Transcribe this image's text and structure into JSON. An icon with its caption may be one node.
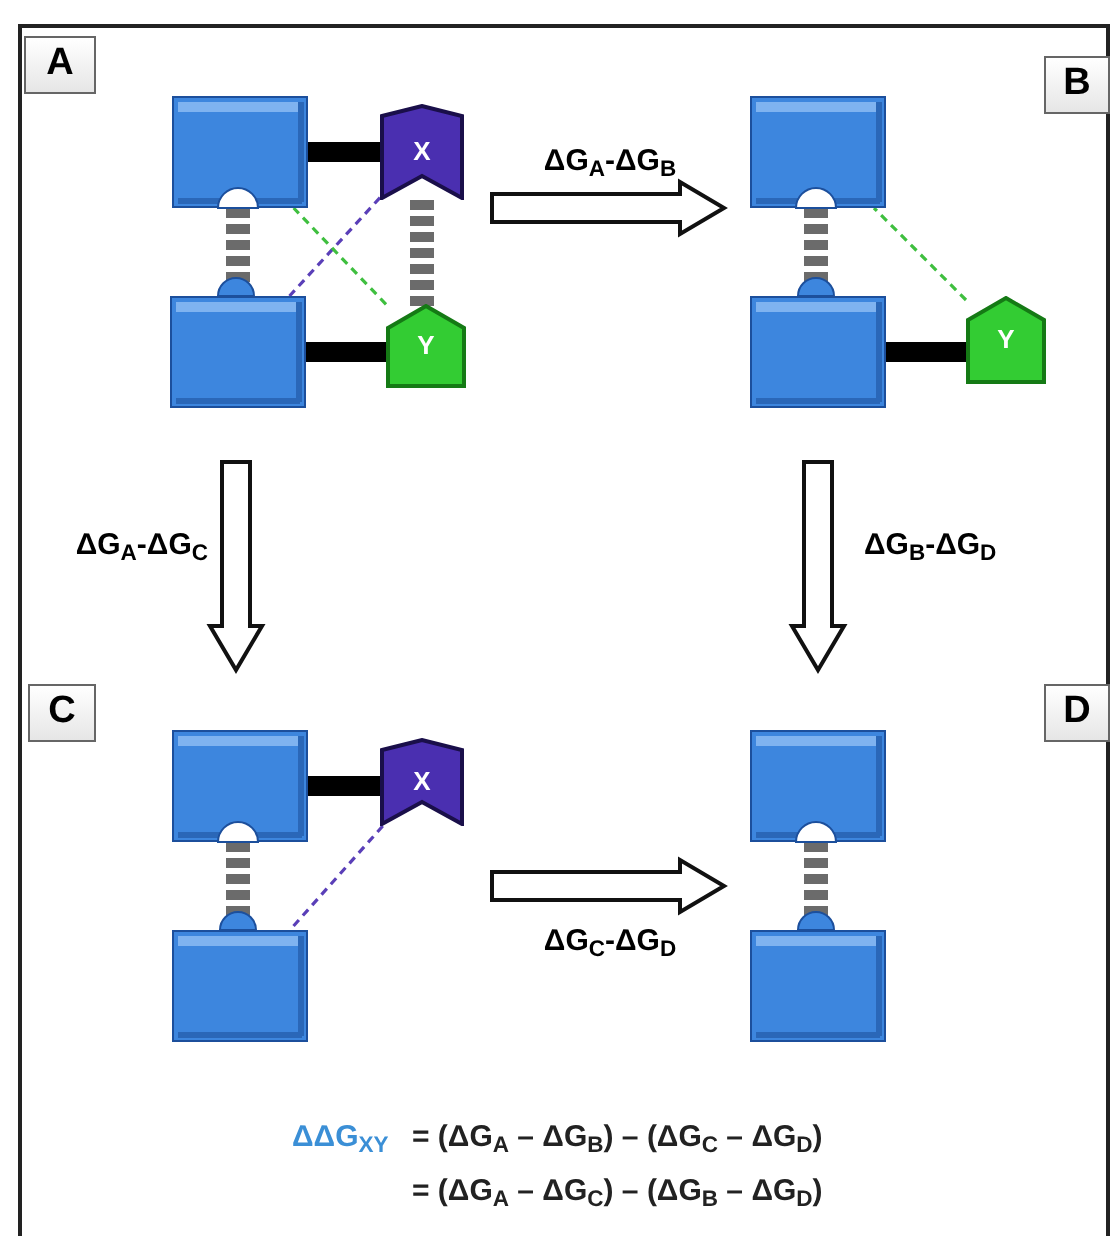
{
  "diagram": {
    "nodes": [
      {
        "text": [
          "A"
        ]
      },
      {
        "text": [],
        "shape": "box"
      },
      {
        "text": [],
        "shape": "box"
      },
      {
        "text": [
          "X"
        ]
      },
      {
        "text": [
          "Y"
        ]
      },
      {
        "text": [
          "B"
        ]
      },
      {
        "text": [],
        "shape": "box"
      },
      {
        "text": [],
        "shape": "box"
      },
      {
        "text": [
          "Y"
        ]
      },
      {
        "text": [
          "C"
        ]
      },
      {
        "text": [],
        "shape": "box"
      },
      {
        "text": [],
        "shape": "box"
      },
      {
        "text": [
          "X"
        ]
      },
      {
        "text": [
          "D"
        ]
      },
      {
        "text": [],
        "shape": "box"
      },
      {
        "text": [],
        "shape": "box"
      }
    ],
    "edges": [
      {
        "from": 3,
        "to": 6,
        "arrow": "to",
        "label": "ΔG$_{A}$-ΔG$_{B}$"
      },
      {
        "from": 2,
        "to": 10,
        "arrow": "to",
        "label": "ΔG$_{A}$-ΔG$_{C}$"
      },
      {
        "from": 7,
        "to": 14,
        "arrow": "to",
        "label": "ΔG$_{B}$-ΔG$_{D}$"
      },
      {
        "from": 12,
        "to": 14,
        "arrow": "to",
        "label": "ΔG$_{C}$-ΔG$_{D}$"
      },
      {
        "from": 1,
        "to": 3,
        "arrow": "none",
        "style": "thick",
        "color": "#000000"
      },
      {
        "from": 2,
        "to": 4,
        "arrow": "none",
        "style": "thick",
        "color": "#000000"
      },
      {
        "from": 3,
        "to": 2,
        "arrow": "none",
        "style": "dashed",
        "color": "#5a3fb8"
      },
      {
        "from": 4,
        "to": 1,
        "arrow": "none",
        "style": "dashed",
        "color": "#3fbf3f"
      },
      {
        "from": 7,
        "to": 8,
        "arrow": "none",
        "style": "thick",
        "color": "#000000"
      },
      {
        "from": 8,
        "to": 6,
        "arrow": "none",
        "style": "dashed",
        "color": "#3fbf3f"
      },
      {
        "from": 10,
        "to": 12,
        "arrow": "none",
        "style": "thick",
        "color": "#000000"
      },
      {
        "from": 12,
        "to": 11,
        "arrow": "none",
        "style": "dashed",
        "color": "#5a3fb8"
      }
    ],
    "labels": [
      "ΔΔG$_{XY}$",
      "= (ΔG$_{A}$ – ΔG$_{B}$) – (ΔG$_{C}$ – ΔG$_{D}$)",
      "= (ΔG$_{A}$ – ΔG$_{C}$) – (ΔG$_{B}$ – ΔG$_{D}$)"
    ]
  }
}
